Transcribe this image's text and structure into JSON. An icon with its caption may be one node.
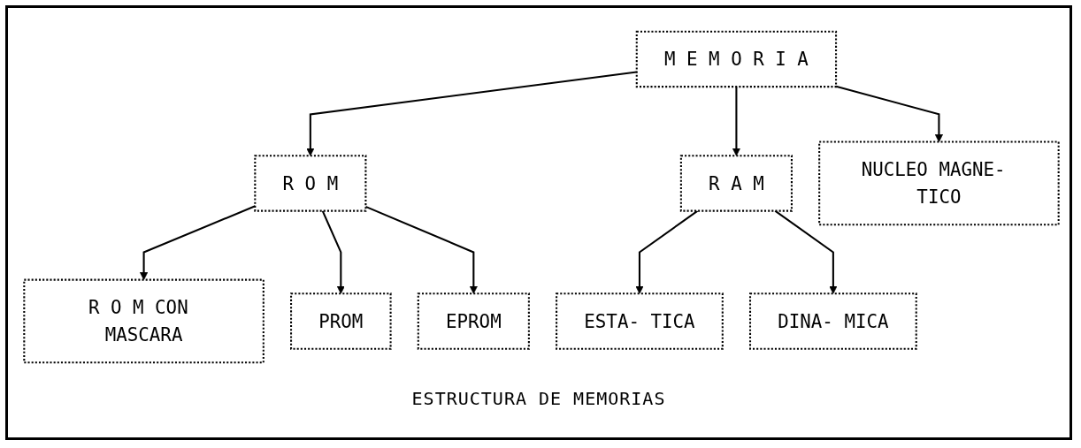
{
  "diagram": {
    "caption": "ESTRUCTURA DE MEMORIAS",
    "nodes": [
      {
        "text": [
          "M E M O R I A"
        ]
      },
      {
        "text": [
          "R O M"
        ]
      },
      {
        "text": [
          "R A M"
        ]
      },
      {
        "text": [
          "R O M CON MASCARA"
        ]
      },
      {
        "text": [
          "PROM"
        ]
      },
      {
        "text": [
          "EPROM"
        ]
      },
      {
        "text": [
          "ESTA- TICA"
        ]
      },
      {
        "text": [
          "DINA- MICA"
        ]
      },
      {
        "text": [
          "NUCLEO MAGNE- TICO"
        ]
      }
    ],
    "edges": [
      {
        "from": 0,
        "to": 1,
        "arrow": "to"
      },
      {
        "from": 0,
        "to": 2,
        "arrow": "to"
      },
      {
        "from": 0,
        "to": 8,
        "arrow": "to"
      },
      {
        "from": 1,
        "to": 3,
        "arrow": "to"
      },
      {
        "from": 1,
        "to": 4,
        "arrow": "to"
      },
      {
        "from": 1,
        "to": 5,
        "arrow": "to"
      },
      {
        "from": 2,
        "to": 6,
        "arrow": "to"
      },
      {
        "from": 2,
        "to": 7,
        "arrow": "to"
      }
    ]
  }
}
